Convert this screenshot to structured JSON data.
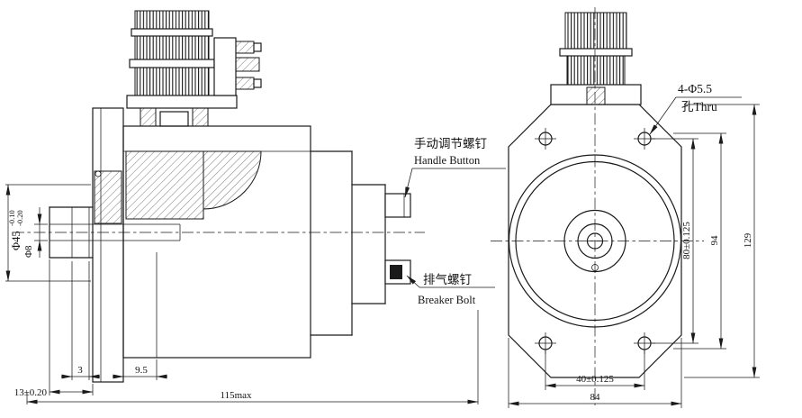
{
  "side": {
    "labels": {
      "handle_cn": "手动调节螺钉",
      "handle_en": "Handle Button",
      "breaker_cn": "排气螺钉",
      "breaker_en": "Breaker Bolt"
    },
    "dims": {
      "phi45": "Φ45",
      "phi45_tol_upper": "-0.10",
      "phi45_tol_lower": "-0.20",
      "phi8": "Φ8",
      "d3": "3",
      "d9_5": "9.5",
      "d13": "13±0.20",
      "d115": "115max"
    }
  },
  "front": {
    "labels": {
      "holes": "4-Φ5.5",
      "holes_thru": "孔Thru"
    },
    "dims": {
      "d80": "80±0.125",
      "d94": "94",
      "d129": "129",
      "d40": "40±0.125",
      "d84": "84"
    }
  }
}
